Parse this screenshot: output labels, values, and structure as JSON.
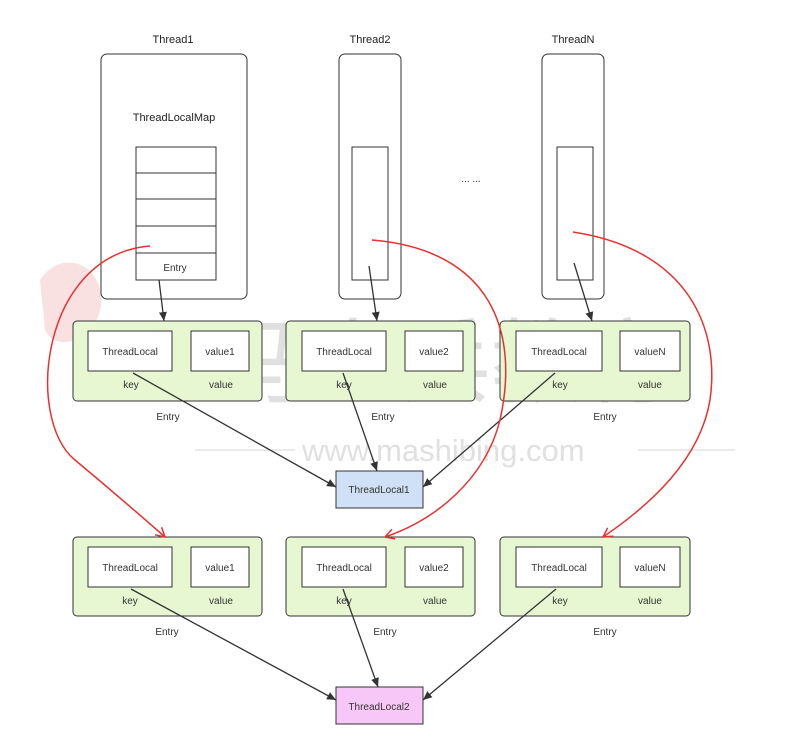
{
  "threads": [
    {
      "id": "t1",
      "title": "Thread1",
      "map_label": "ThreadLocalMap",
      "entry_slot_label": "Entry"
    },
    {
      "id": "t2",
      "title": "Thread2"
    },
    {
      "id": "tn",
      "title": "ThreadN"
    }
  ],
  "ellipsis": "... ...",
  "rows": [
    {
      "id": "row1",
      "entries": [
        {
          "key_box": "ThreadLocal",
          "value_box": "value1",
          "key_label": "key",
          "value_label": "value",
          "caption": "Entry"
        },
        {
          "key_box": "ThreadLocal",
          "value_box": "value2",
          "key_label": "key",
          "value_label": "value",
          "caption": "Entry"
        },
        {
          "key_box": "ThreadLocal",
          "value_box": "valueN",
          "key_label": "key",
          "value_label": "value",
          "caption": "Entry"
        }
      ],
      "target": {
        "label": "ThreadLocal1",
        "color": "#cfe0f7"
      }
    },
    {
      "id": "row2",
      "entries": [
        {
          "key_box": "ThreadLocal",
          "value_box": "value1",
          "key_label": "key",
          "value_label": "value",
          "caption": "Entry"
        },
        {
          "key_box": "ThreadLocal",
          "value_box": "value2",
          "key_label": "key",
          "value_label": "value",
          "caption": "Entry"
        },
        {
          "key_box": "ThreadLocal",
          "value_box": "valueN",
          "key_label": "key",
          "value_label": "value",
          "caption": "Entry"
        }
      ],
      "target": {
        "label": "ThreadLocal2",
        "color": "#f7c8f7"
      }
    }
  ],
  "watermark": {
    "brand": "马士兵教育",
    "url": "www.mashibing.com"
  },
  "colors": {
    "entry_fill": "#e6f7d2",
    "red_arrow": "#e83030",
    "black_arrow": "#333333"
  }
}
